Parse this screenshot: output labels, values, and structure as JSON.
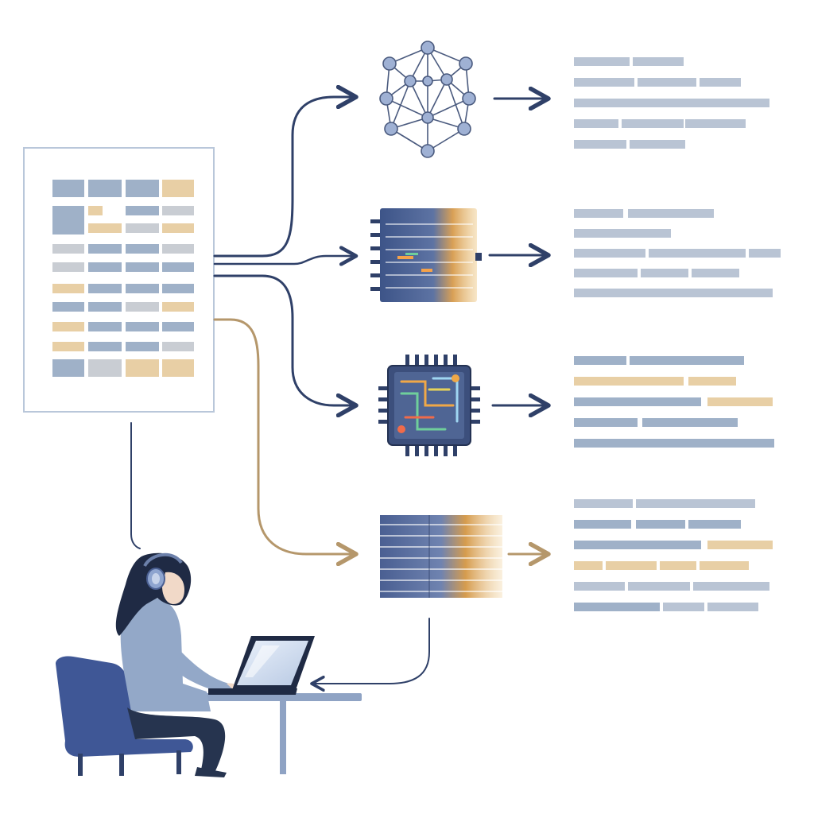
{
  "colors": {
    "navy": "#2f4068",
    "slate_blue": "#9fb1c8",
    "steel": "#7f93b3",
    "sand": "#e8cfa5",
    "gold": "#b5976b",
    "light_gray": "#c9cdd3",
    "background": "#ffffff"
  },
  "source_document": {
    "icon": "data-table-document-icon",
    "rows": [
      [
        "blue",
        "blue",
        "blue",
        "sand"
      ],
      [
        "blue-tall",
        "sand-small",
        "blue",
        "gray"
      ],
      [
        "blue-tall",
        "sand",
        "gray",
        "sand"
      ],
      [
        "gray",
        "blue",
        "blue",
        "gray"
      ],
      [
        "gray",
        "blue",
        "blue",
        "blue"
      ],
      [
        "sand",
        "blue",
        "blue",
        "blue"
      ],
      [
        "blue",
        "blue",
        "gray",
        "sand"
      ],
      [
        "sand",
        "blue",
        "blue",
        "blue"
      ],
      [
        "sand",
        "blue",
        "blue",
        "gray"
      ],
      [
        "blue",
        "gray",
        "sand",
        "sand"
      ]
    ]
  },
  "processors": [
    {
      "name": "neural-network",
      "icon": "neural-network-icon",
      "output_palette": "gray-blue"
    },
    {
      "name": "striped-chip-module",
      "icon": "striped-chip-icon",
      "output_palette": "gray-blue"
    },
    {
      "name": "microchip",
      "icon": "microchip-icon",
      "output_palette": "blue-sand"
    },
    {
      "name": "data-stream-block",
      "icon": "data-stream-icon",
      "output_palette": "blue-sand"
    }
  ],
  "connections": [
    {
      "from": "source-document",
      "to": "neural-network",
      "color": "navy"
    },
    {
      "from": "source-document",
      "to": "striped-chip-module",
      "color": "navy"
    },
    {
      "from": "source-document",
      "to": "microchip",
      "color": "navy"
    },
    {
      "from": "source-document",
      "to": "data-stream-block",
      "color": "gold"
    },
    {
      "from": "source-document",
      "to": "person-at-laptop",
      "color": "navy"
    },
    {
      "from": "data-stream-block",
      "to": "laptop",
      "color": "navy"
    }
  ],
  "person": {
    "icon": "person-with-headphones-icon",
    "props": [
      "chair-icon",
      "desk-icon",
      "laptop-icon"
    ]
  }
}
